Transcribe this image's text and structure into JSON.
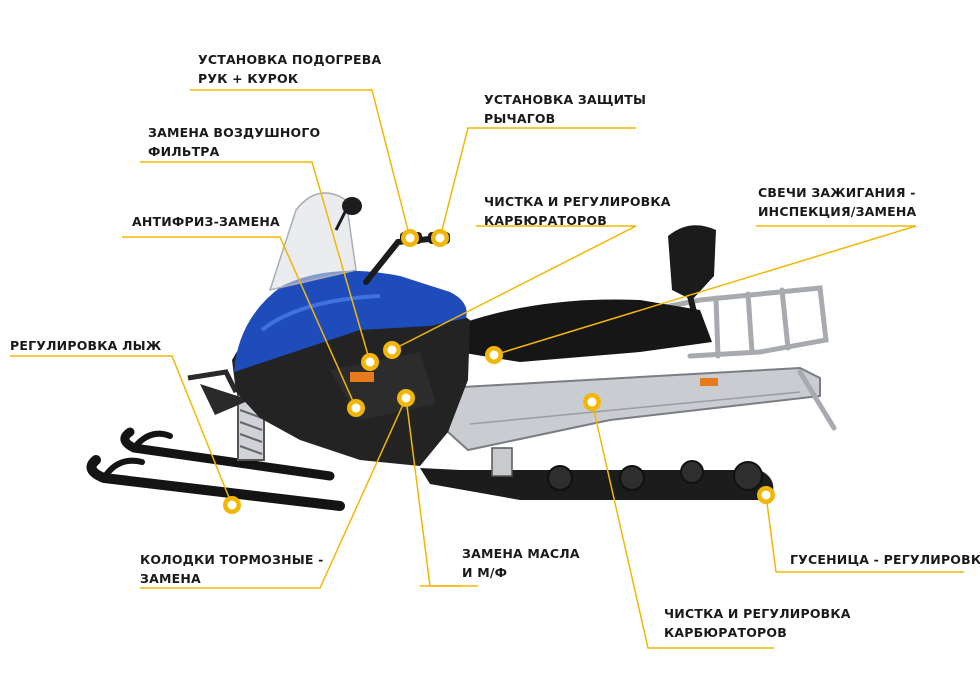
{
  "diagram": {
    "accent_color": "#f2b705",
    "labels": [
      {
        "id": "grip-heater",
        "lines": [
          "УСТАНОВКА ПОДОГРЕВА",
          "РУК + КУРОК"
        ]
      },
      {
        "id": "lever-guards",
        "lines": [
          "УСТАНОВКА ЗАЩИТЫ",
          "РЫЧАГОВ"
        ]
      },
      {
        "id": "air-filter",
        "lines": [
          "ЗАМЕНА ВОЗДУШНОГО",
          "ФИЛЬТРА"
        ]
      },
      {
        "id": "carb-top",
        "lines": [
          "ЧИСТКА И РЕГУЛИРОВКА",
          "КАРБЮРАТОРОВ"
        ]
      },
      {
        "id": "spark-plugs",
        "lines": [
          "СВЕЧИ ЗАЖИГАНИЯ -",
          "ИНСПЕКЦИЯ/ЗАМЕНА"
        ]
      },
      {
        "id": "antifreeze",
        "lines": [
          "АНТИФРИЗ-ЗАМЕНА"
        ]
      },
      {
        "id": "ski-adjust",
        "lines": [
          "РЕГУЛИРОВКА ЛЫЖ"
        ]
      },
      {
        "id": "brake-pads",
        "lines": [
          "КОЛОДКИ ТОРМОЗНЫЕ -",
          "ЗАМЕНА"
        ]
      },
      {
        "id": "oil-change",
        "lines": [
          "ЗАМЕНА МАСЛА",
          "И М/Ф"
        ]
      },
      {
        "id": "track-adjust",
        "lines": [
          "ГУСЕНИЦА - РЕГУЛИРОВКА"
        ]
      },
      {
        "id": "carb-bottom",
        "lines": [
          "ЧИСТКА И РЕГУЛИРОВКА",
          "КАРБЮРАТОРОВ"
        ]
      }
    ]
  }
}
